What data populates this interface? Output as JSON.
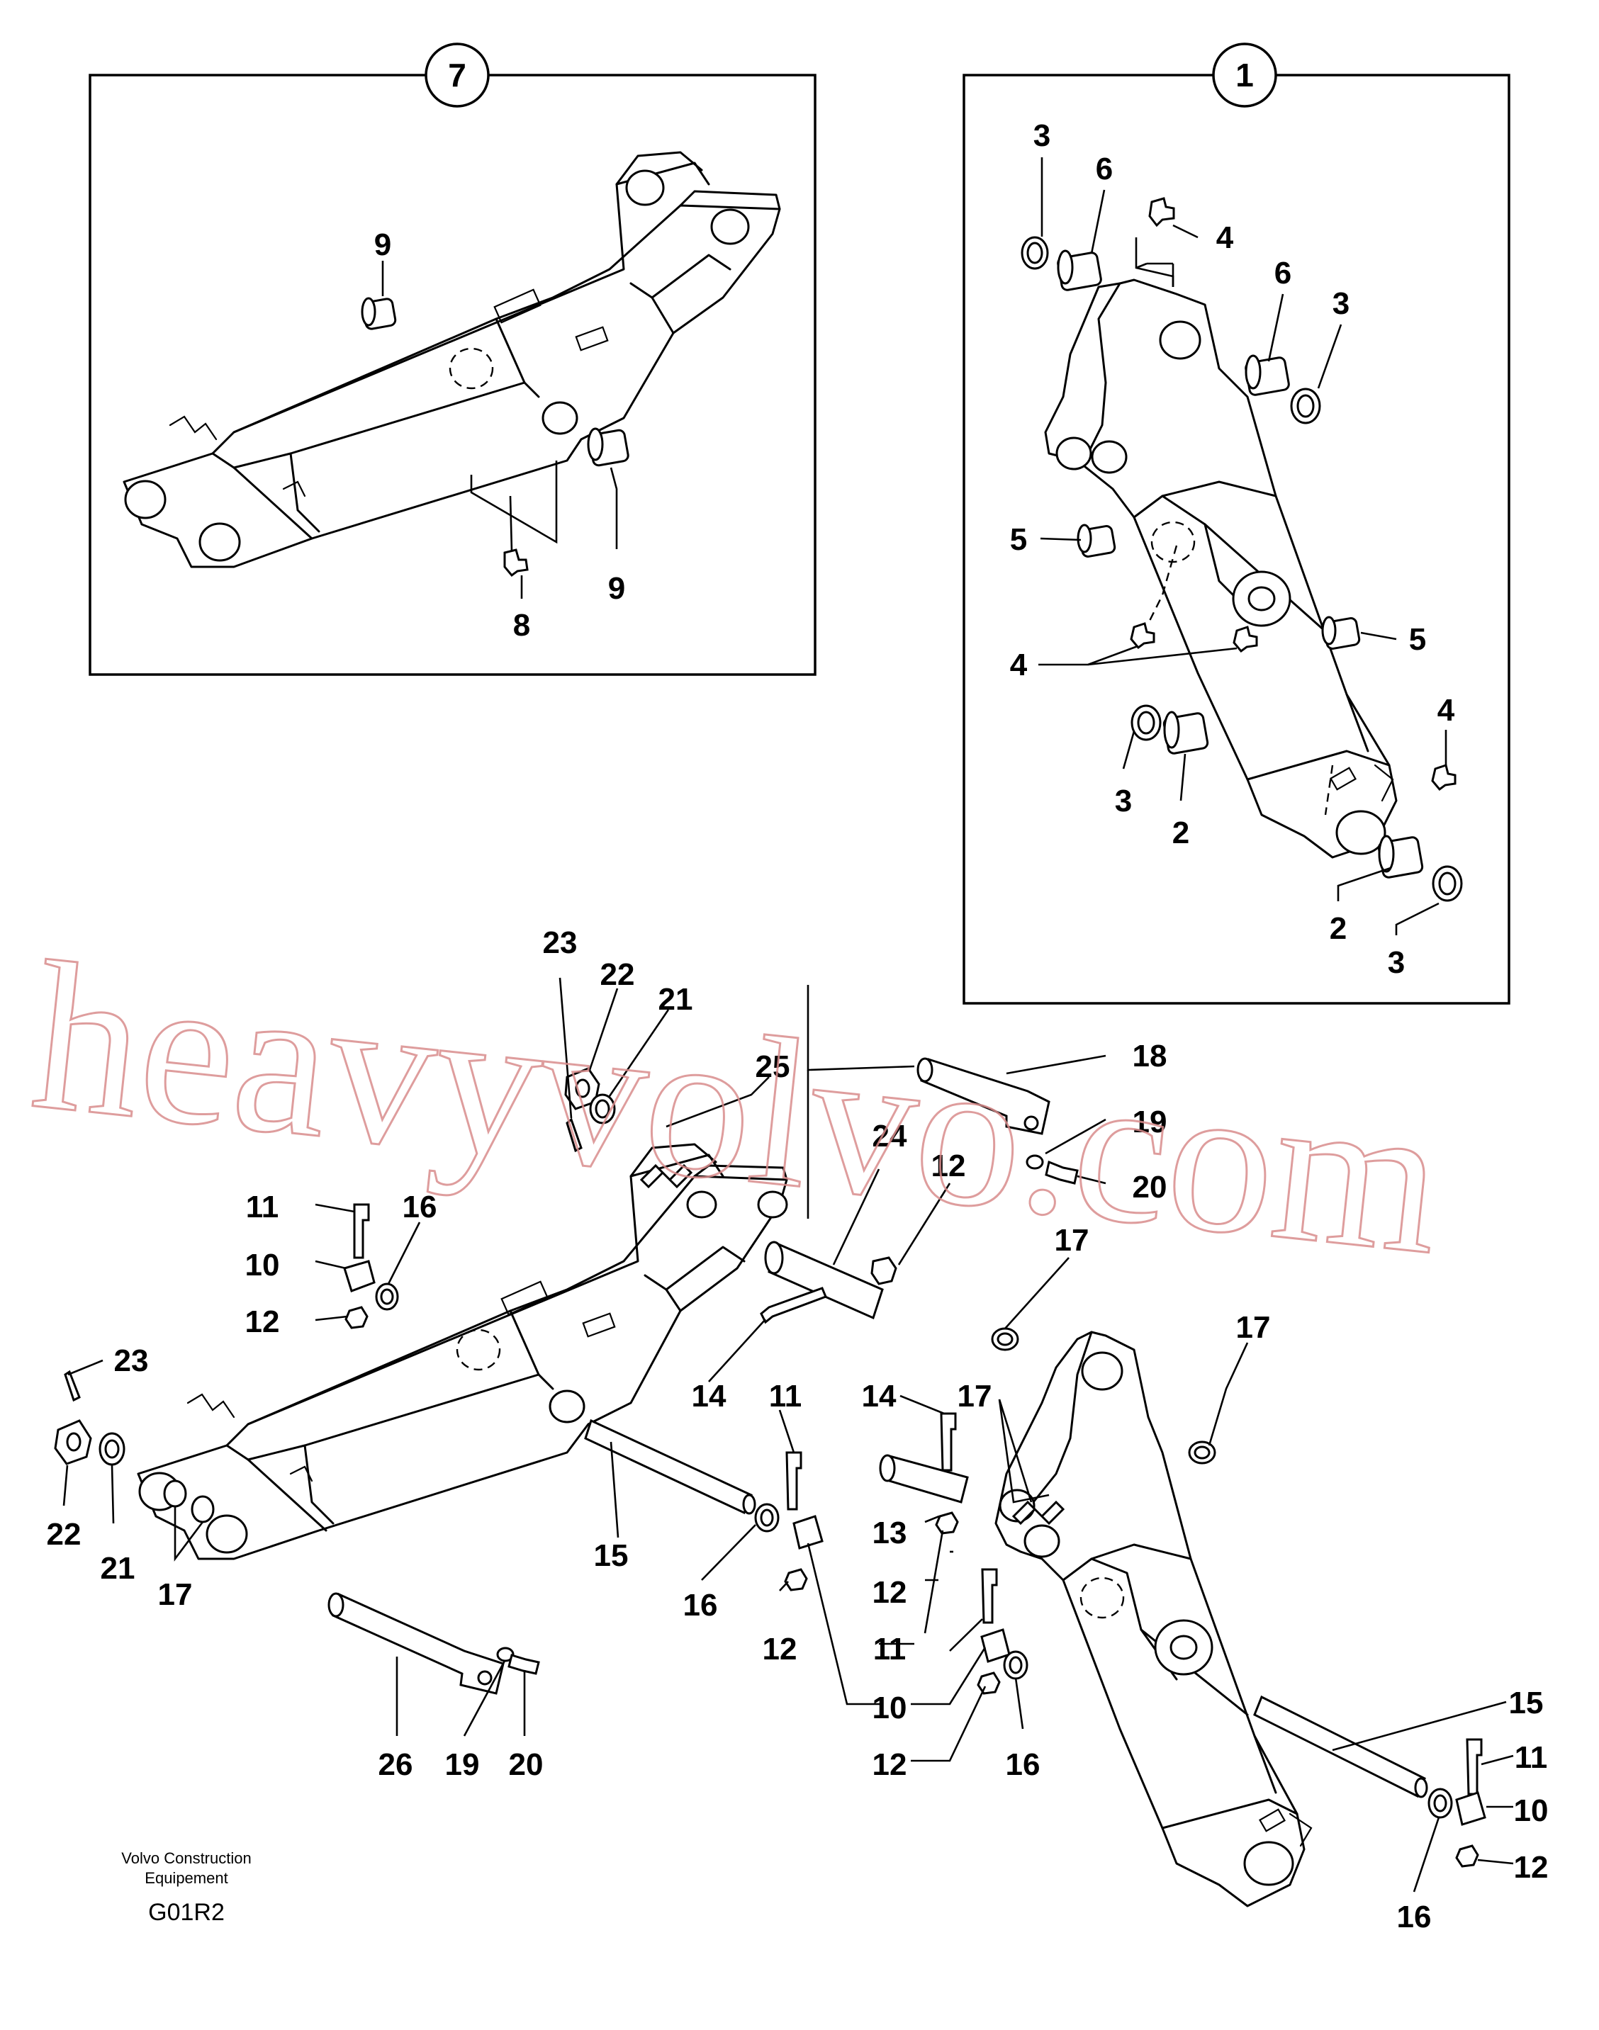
{
  "diagram": {
    "group_labels": [
      "7",
      "1"
    ],
    "callouts": {
      "panel7": [
        "9",
        "9",
        "8"
      ],
      "panel1": [
        "3",
        "6",
        "4",
        "6",
        "3",
        "5",
        "4",
        "5",
        "4",
        "3",
        "2",
        "2",
        "3"
      ],
      "main": [
        "23",
        "22",
        "21",
        "25",
        "24",
        "18",
        "12",
        "19",
        "20",
        "11",
        "16",
        "10",
        "12",
        "17",
        "17",
        "23",
        "22",
        "21",
        "17",
        "14",
        "11",
        "14",
        "17",
        "15",
        "13",
        "12",
        "16",
        "12",
        "11",
        "10",
        "12",
        "16",
        "26",
        "19",
        "20",
        "15",
        "11",
        "10",
        "12",
        "16"
      ]
    }
  },
  "watermark": "heavyvolvo.com",
  "footer": {
    "line1": "Volvo Construction",
    "line2": "Equipement",
    "code": "G01R2"
  }
}
